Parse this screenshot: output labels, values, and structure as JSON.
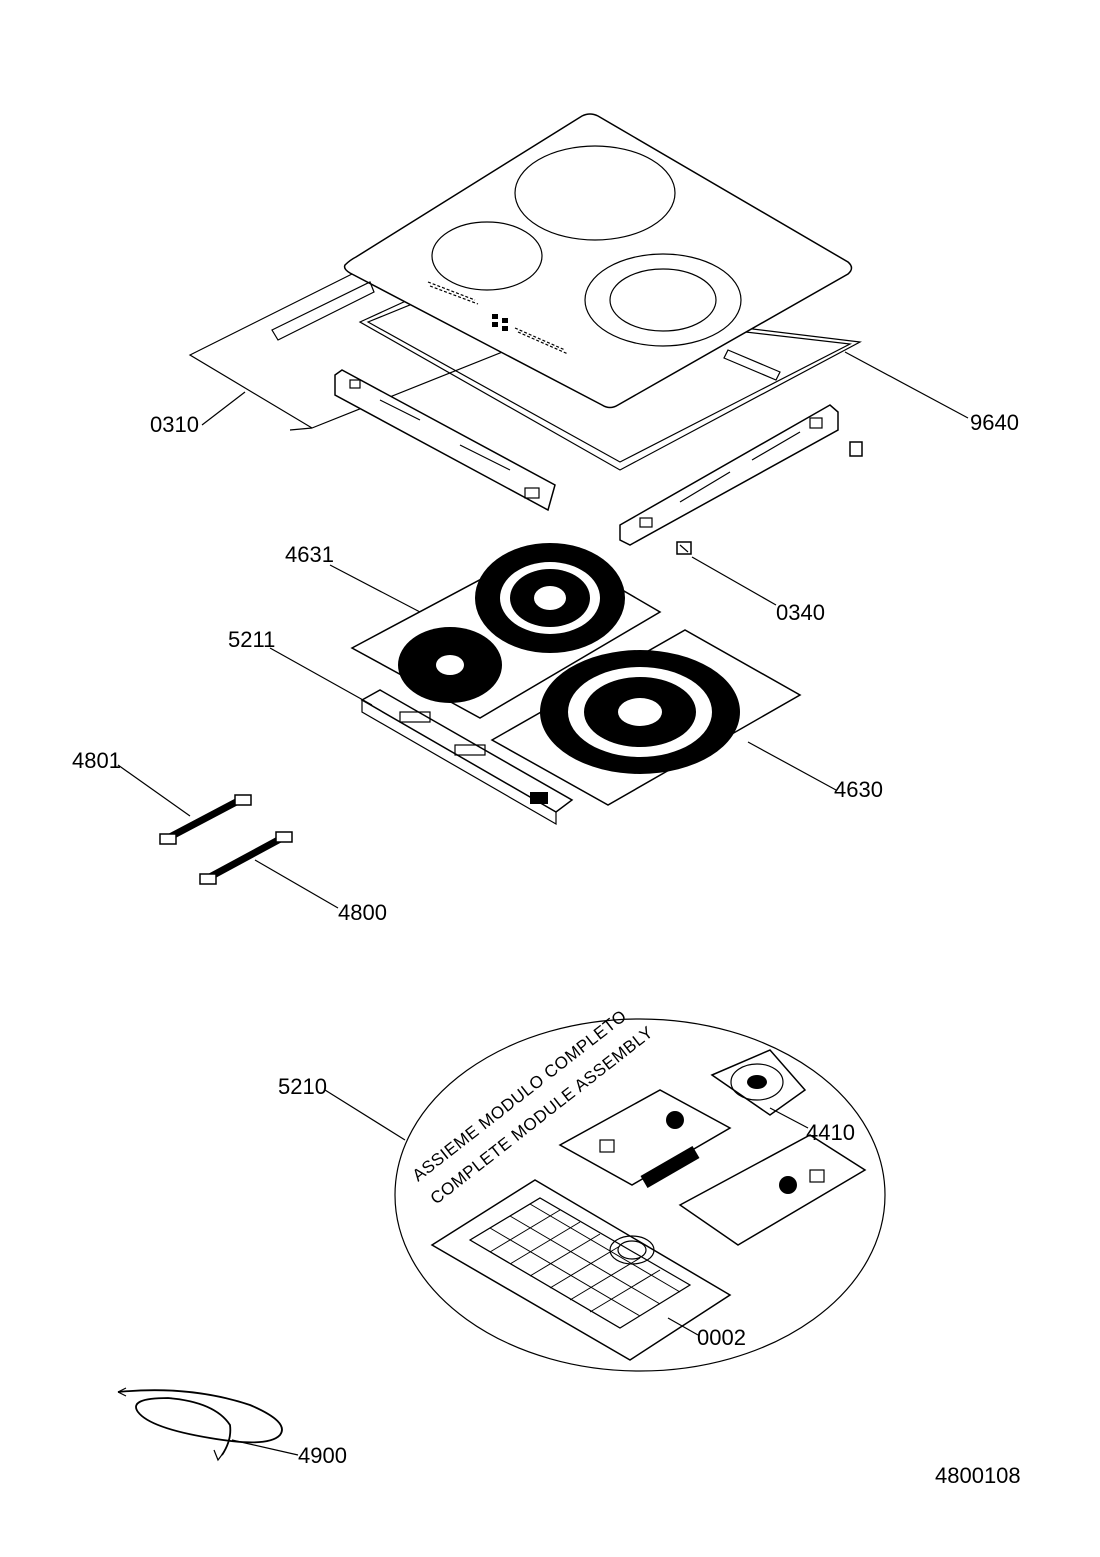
{
  "labels": {
    "p0310": "0310",
    "p9640": "9640",
    "p4631": "4631",
    "p0340": "0340",
    "p5211": "5211",
    "p4801": "4801",
    "p4630": "4630",
    "p4800": "4800",
    "p5210": "5210",
    "p4410": "4410",
    "p0002": "0002",
    "p4900": "4900"
  },
  "assembly_note": {
    "line1": "ASSIEME MODULO COMPLETO",
    "line2": "COMPLETE MODULE ASSEMBLY"
  },
  "drawing_code": "4800108"
}
